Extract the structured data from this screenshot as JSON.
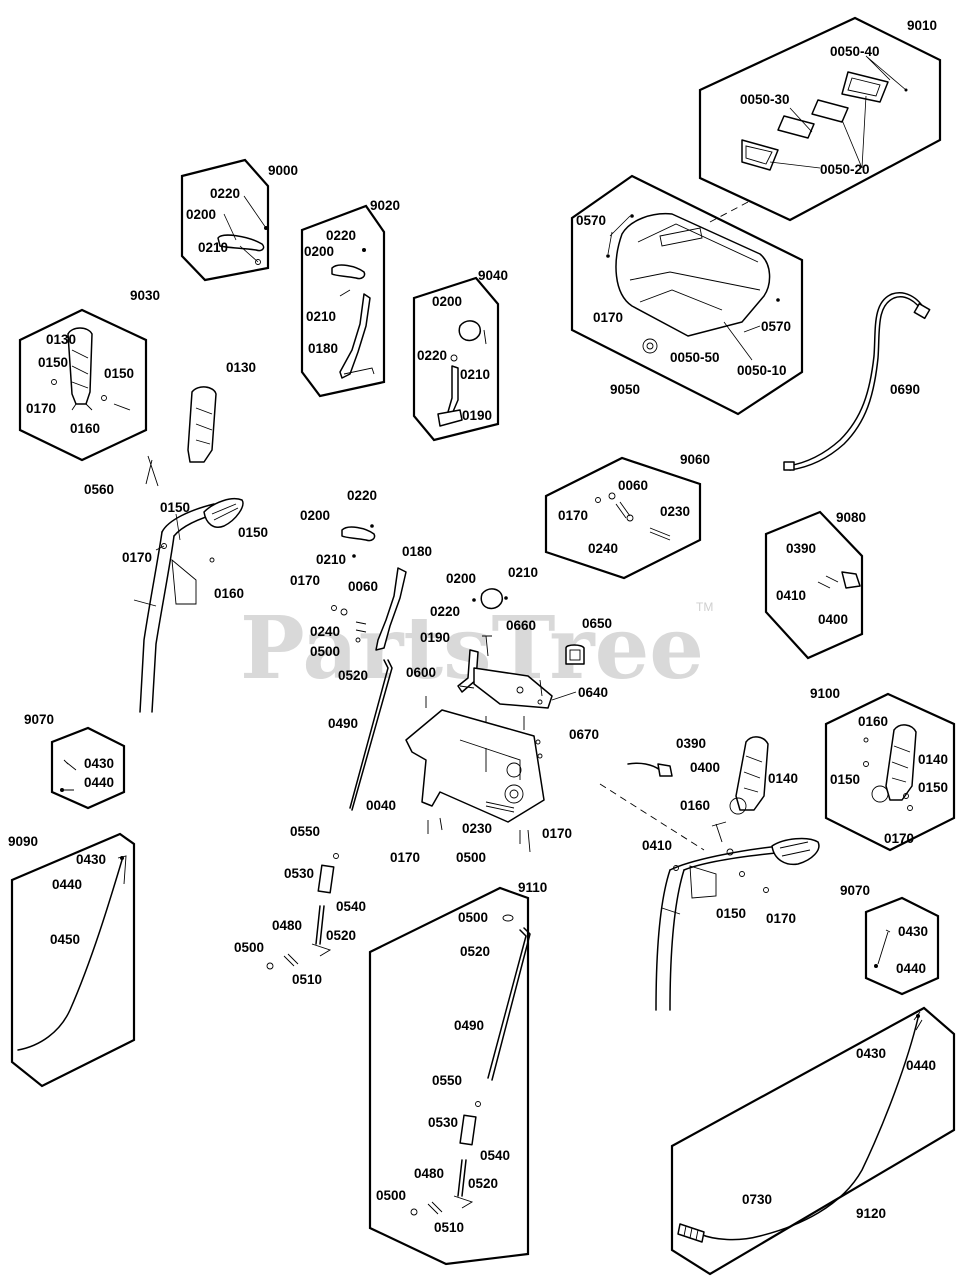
{
  "watermark": {
    "text": "PartsTree",
    "trademark": "TM"
  },
  "labels": {
    "l9010": "9010",
    "l0050_40": "0050-40",
    "l0050_30": "0050-30",
    "l0050_20": "0050-20",
    "l9000": "9000",
    "l9000_0220": "0220",
    "l9000_0200": "0200",
    "l9000_0210": "0210",
    "l9020": "9020",
    "l9020_0220": "0220",
    "l9020_0200": "0200",
    "l9020_0210": "0210",
    "l9020_0180": "0180",
    "l9040": "9040",
    "l9040_0200": "0200",
    "l9040_0220": "0220",
    "l9040_0210": "0210",
    "l9040_0190": "0190",
    "l9050": "9050",
    "l9050_0570a": "0570",
    "l9050_0170": "0170",
    "l9050_0570b": "0570",
    "l0050_50": "0050-50",
    "l0050_10": "0050-10",
    "l0690": "0690",
    "l9030": "9030",
    "l9030_0130": "0130",
    "l9030_0150a": "0150",
    "l9030_0150b": "0150",
    "l9030_0170": "0170",
    "l9030_0160": "0160",
    "m0130": "0130",
    "m0560": "0560",
    "m0150a": "0150",
    "m0170": "0170",
    "m0150b": "0150",
    "m0160": "0160",
    "c0220": "0220",
    "c0200": "0200",
    "c0210": "0210",
    "c0180": "0180",
    "c0170": "0170",
    "c0060": "0060",
    "c0240": "0240",
    "c0500": "0500",
    "c0520": "0520",
    "c0490": "0490",
    "d0200": "0200",
    "d0210": "0210",
    "d0220": "0220",
    "d0660": "0660",
    "d0650": "0650",
    "d0190": "0190",
    "d0600": "0600",
    "d0640": "0640",
    "d0670": "0670",
    "d0040": "0040",
    "d0230": "0230",
    "d0170a": "0170",
    "d0500": "0500",
    "d0170b": "0170",
    "l9060": "9060",
    "l9060_0060": "0060",
    "l9060_0170": "0170",
    "l9060_0230": "0230",
    "l9060_0240": "0240",
    "l9080": "9080",
    "l9080_0390": "0390",
    "l9080_0410": "0410",
    "l9080_0400": "0400",
    "l9100": "9100",
    "l9100_0160": "0160",
    "l9100_0140": "0140",
    "l9100_0150a": "0150",
    "l9100_0150b": "0150",
    "l9100_0170": "0170",
    "r0390": "0390",
    "r0400": "0400",
    "r0140": "0140",
    "r0160": "0160",
    "r0410": "0410",
    "r0150": "0150",
    "r0170": "0170",
    "l9070a": "9070",
    "l9070a_0430": "0430",
    "l9070a_0440": "0440",
    "l9070b": "9070",
    "l9070b_0430": "0430",
    "l9070b_0440": "0440",
    "l9090": "9090",
    "l9090_0430": "0430",
    "l9090_0440": "0440",
    "l9090_0450": "0450",
    "s0550": "0550",
    "s0530": "0530",
    "s0540": "0540",
    "s0480": "0480",
    "s0520": "0520",
    "s0500": "0500",
    "s0510": "0510",
    "l9110": "9110",
    "l9110_0500a": "0500",
    "l9110_0520": "0520",
    "l9110_0490": "0490",
    "l9110_0550": "0550",
    "l9110_0530": "0530",
    "l9110_0540": "0540",
    "l9110_0480": "0480",
    "l9110_0500b": "0500",
    "l9110_0510": "0510",
    "l9120": "9120",
    "l9120_0430": "0430",
    "l9120_0440": "0440",
    "l9120_0730": "0730"
  }
}
